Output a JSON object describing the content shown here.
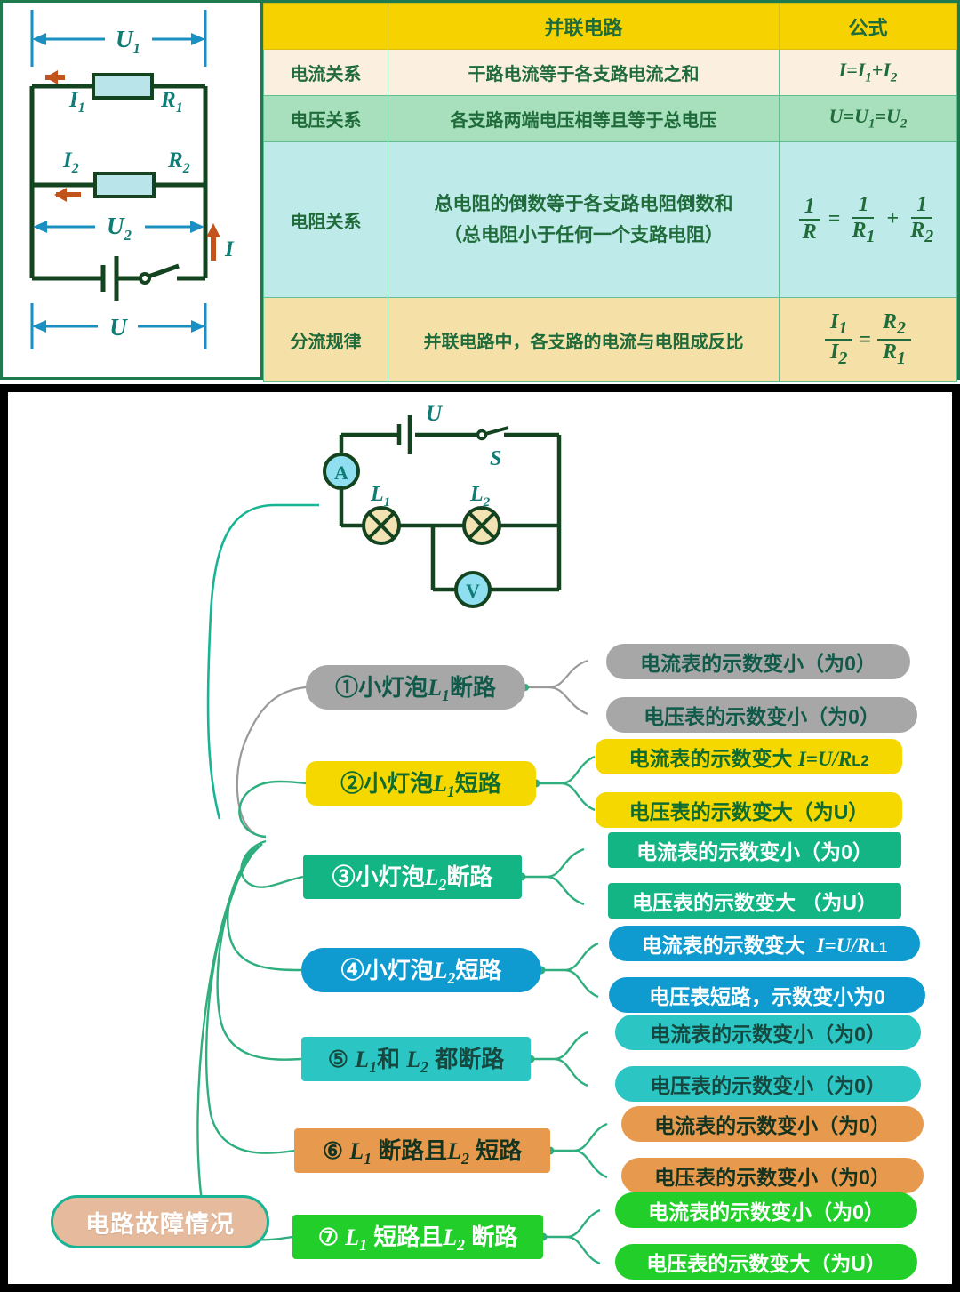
{
  "top_panel": {
    "circuit_diagram": {
      "name": "parallel-circuit-schematic",
      "labels": [
        "U1",
        "I1",
        "R1",
        "I2",
        "R2",
        "U2",
        "I",
        "U"
      ]
    },
    "table": {
      "headers": [
        "",
        "并联电路",
        "公式"
      ],
      "rows": [
        {
          "label": "电流关系",
          "desc": [
            "干路电流等于各支路电流之和"
          ],
          "formula_text": "I=I1+I2",
          "formula_type": "inline"
        },
        {
          "label": "电压关系",
          "desc": [
            "各支路两端电压相等且等于总电压"
          ],
          "formula_text": "U=U1=U2",
          "formula_type": "inline"
        },
        {
          "label": "电阻关系",
          "desc": [
            "总电阻的倒数等于各支路电阻倒数和",
            "（总电阻小于任何一个支路电阻）"
          ],
          "formula_text": "1/R = 1/R1 + 1/R2",
          "formula_type": "fraction_sum"
        },
        {
          "label": "分流规律",
          "desc": [
            "并联电路中，各支路的电流与电阻成反比"
          ],
          "formula_text": "I1/I2 = R2/R1",
          "formula_type": "fraction_eq"
        }
      ]
    }
  },
  "bottom_panel": {
    "circuit_diagram": {
      "name": "series-circuit-with-meters",
      "labels": [
        "U",
        "S",
        "A",
        "L1",
        "L2",
        "V"
      ]
    },
    "root": {
      "label": "电路故障情况"
    },
    "branches": [
      {
        "index": "①",
        "label": "①小灯泡L1断路",
        "label_plain": "小灯泡L₁断路",
        "color": "#a7a7a7",
        "theme": "c-gray",
        "shape": "r-pill",
        "results": [
          "电流表的示数变小（为0）",
          "电压表的示数变小（为0）"
        ]
      },
      {
        "index": "②",
        "label": "②小灯泡L1短路",
        "label_plain": "小灯泡L₁短路",
        "color": "#f5d800",
        "theme": "c-yellow",
        "shape": "r-soft",
        "results": [
          "电流表的示数变大 I=U/RL2",
          "电压表的示数变大（为U）"
        ]
      },
      {
        "index": "③",
        "label": "③小灯泡L2断路",
        "label_plain": "小灯泡L₂断路",
        "color": "#12b583",
        "theme": "c-teal",
        "shape": "r-sq",
        "results": [
          "电流表的示数变小（为0）",
          "电压表的示数变大 （为U）"
        ]
      },
      {
        "index": "④",
        "label": "④小灯泡L2短路",
        "label_plain": "小灯泡L₂短路",
        "color": "#0f9bd0",
        "theme": "c-blue",
        "shape": "r-pill",
        "results": [
          "电流表的示数变大  I=U/RL1",
          "电压表短路，示数变小为0"
        ]
      },
      {
        "index": "⑤",
        "label": "⑤ L1和 L2 都断路",
        "label_plain": "L₁和 L₂ 都断路",
        "color": "#2bc6c4",
        "theme": "c-cyan",
        "shape": "r-sq",
        "results": [
          "电流表的示数变小（为0）",
          "电压表的示数变小（为0）"
        ]
      },
      {
        "index": "⑥",
        "label": "⑥ L1 断路且L2 短路",
        "label_plain": "L₁ 断路且L₂ 短路",
        "color": "#e79a4e",
        "theme": "c-orange",
        "shape": "r-sq",
        "results": [
          "电流表的示数变小（为0）",
          "电压表的示数变小（为0）"
        ]
      },
      {
        "index": "⑦",
        "label": "⑦ L1 短路且L2 断路",
        "label_plain": "L₁ 短路且L₂ 断路",
        "color": "#22cf2a",
        "theme": "c-green",
        "shape": "r-sq",
        "results": [
          "电流表的示数变小（为0）",
          "电压表的示数变大（为U）"
        ]
      }
    ]
  },
  "colors": {
    "header_yellow": "#f6d300",
    "row_current": "#fbf0e0",
    "row_voltage": "#a8e0bd",
    "row_resistance": "#bfeaea",
    "row_divider": "#f5e0a8",
    "table_text": "#1f6b3a",
    "panel_border_green": "#1f7a4d",
    "panel_border_black": "#000000",
    "wire_green": "#2fae7e",
    "root_fill": "#e6bb9d",
    "circuit_line": "#14431f",
    "circuit_label": "#0f7d76",
    "resistor_fill": "#b8e4ea",
    "arrow_red": "#c2531b",
    "arrow_blue": "#1a8fc1",
    "lamp_fill": "#f3e2b4",
    "meter_fill": "#8fdff0"
  }
}
